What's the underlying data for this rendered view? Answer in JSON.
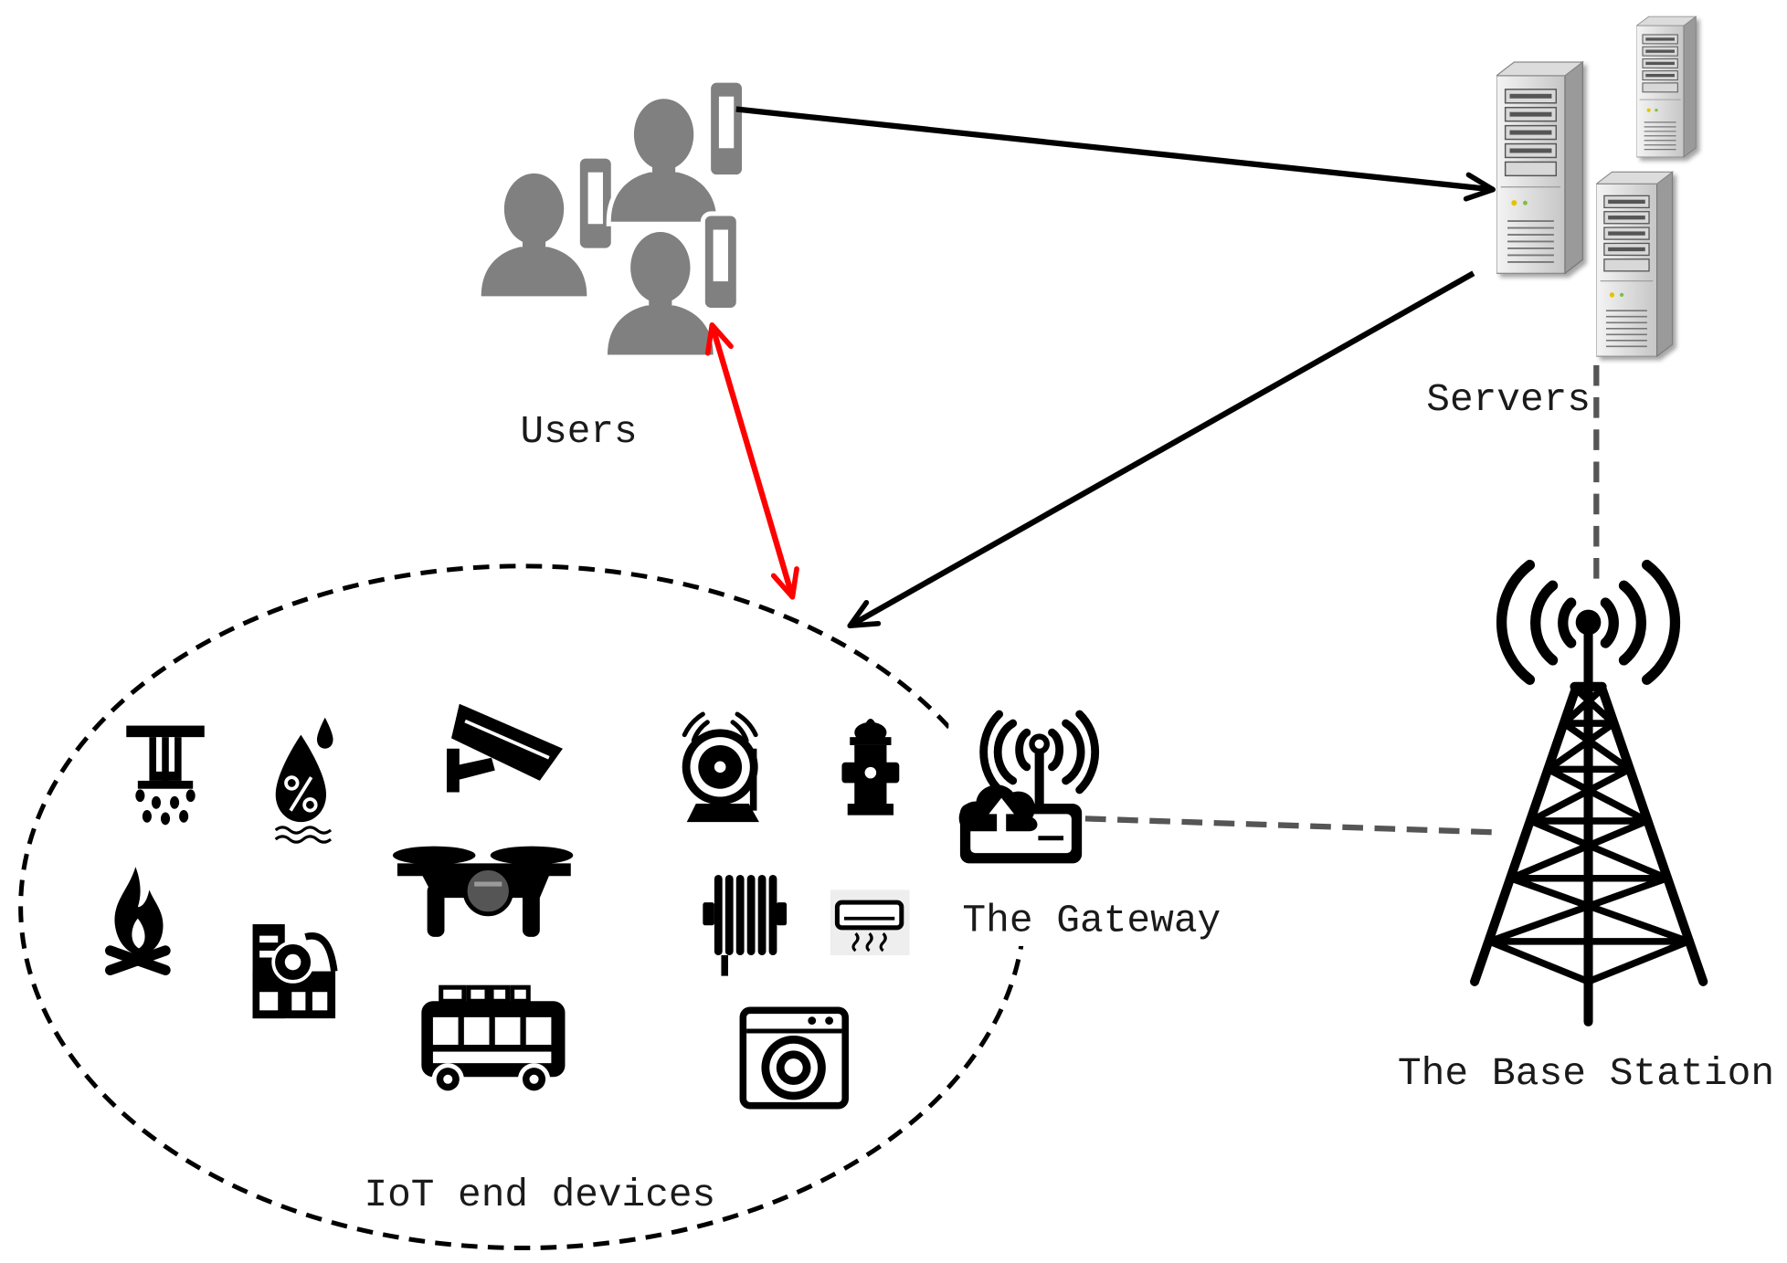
{
  "labels": {
    "users": "Users",
    "servers": "Servers",
    "gateway": "The Gateway",
    "base_station": "The Base Station",
    "iot_devices": "IoT end devices"
  },
  "colors": {
    "arrow": "#000000",
    "users_link": "#ff0000",
    "wireless_link": "#555555",
    "users_icon": "#808080",
    "boundary": "#000000"
  },
  "icons": {
    "users": "users-with-phones-icon",
    "servers": "server-tower-icon",
    "gateway": "wireless-gateway-icon",
    "base_station": "cell-tower-icon",
    "devices": [
      "fire-sprinkler-icon",
      "humidity-sensor-icon",
      "cctv-camera-icon",
      "fire-alarm-bell-icon",
      "fire-hydrant-icon",
      "fire-icon",
      "boiler-room-icon",
      "drone-icon",
      "radiator-icon",
      "air-conditioner-icon",
      "bus-icon",
      "washing-machine-icon"
    ]
  }
}
